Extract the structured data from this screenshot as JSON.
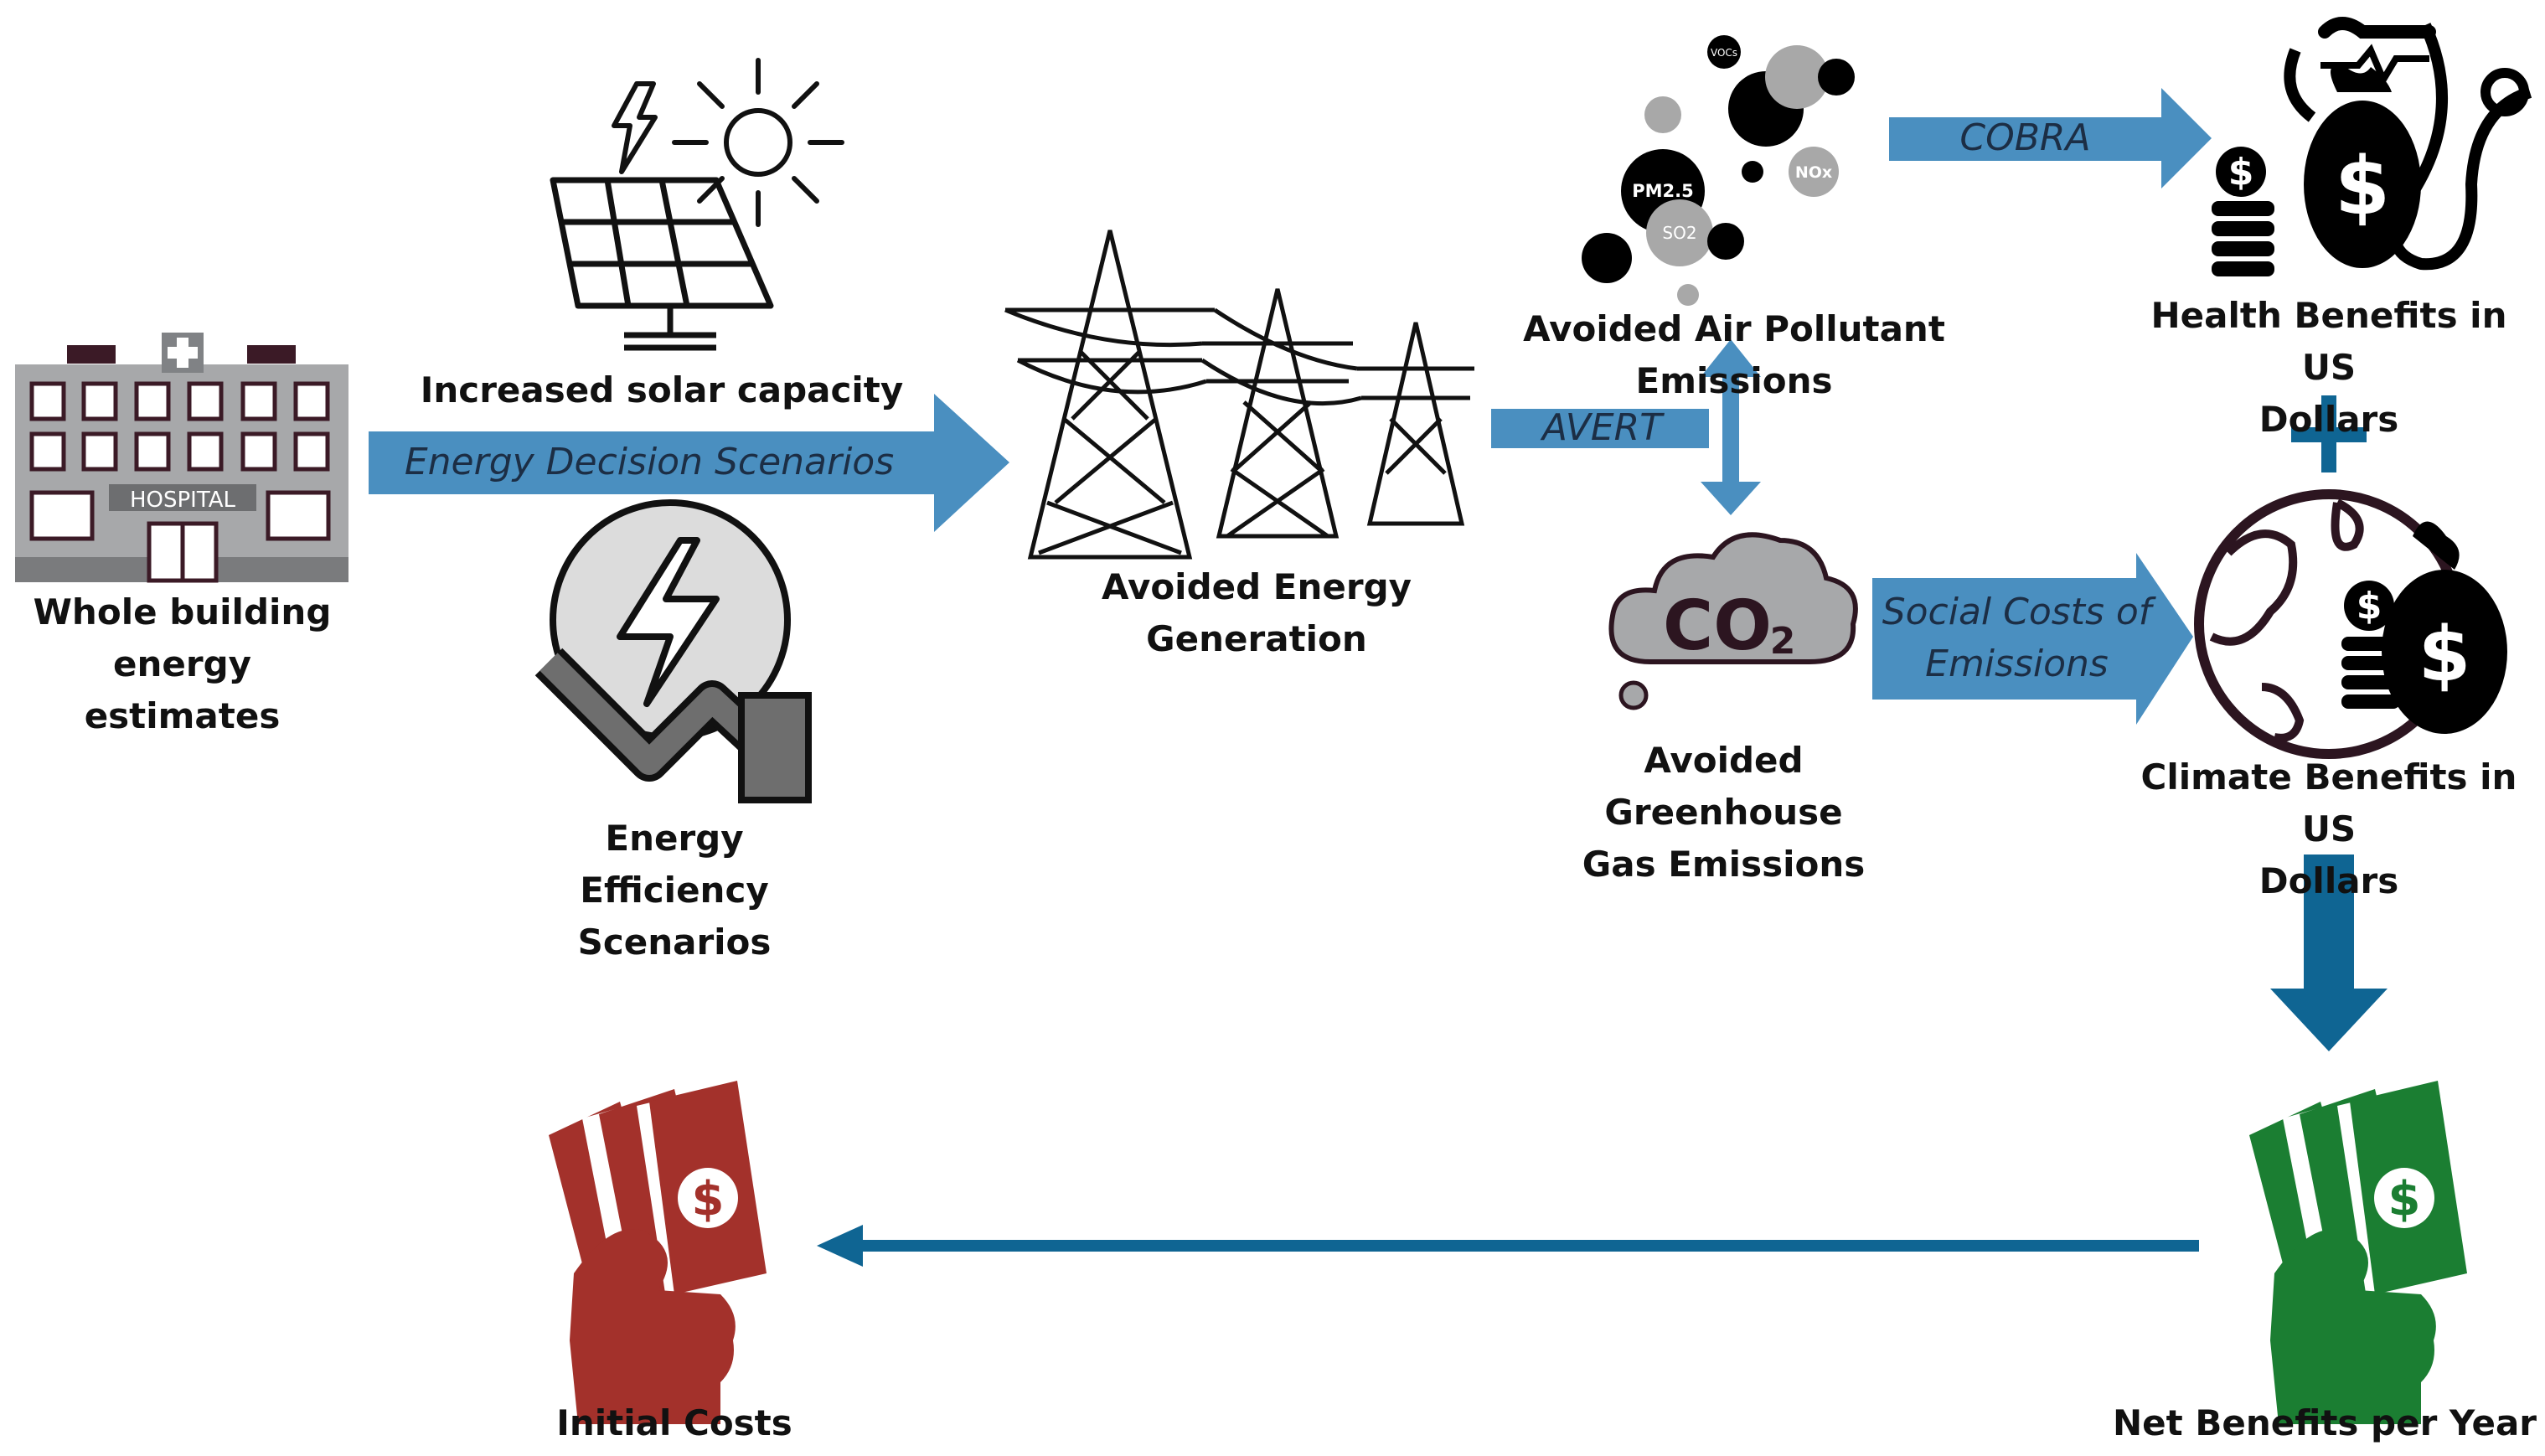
{
  "nodes": {
    "building": "Whole building\nenergy\nestimates",
    "solar": "Increased solar capacity",
    "efficiency": "Energy\nEfficiency\nScenarios",
    "generation": "Avoided Energy\nGeneration",
    "air": "Avoided Air Pollutant Emissions",
    "ghg": "Avoided\nGreenhouse\nGas Emissions",
    "health": "Health Benefits in US\nDollars",
    "climate": "Climate Benefits in US\nDollars",
    "net": "Net Benefits per Year",
    "initial": "Initial Costs"
  },
  "arrows": {
    "scenarios": "Energy Decision Scenarios",
    "avert": "AVERT",
    "cobra": "COBRA",
    "social": "Social Costs of\nEmissions"
  },
  "badges": {
    "hospital": "HOSPITAL",
    "pm25": "PM2.5",
    "so2": "SO2",
    "nox": "NOx",
    "vocs": "VOCs",
    "co2": "CO",
    "co2_sub": "2",
    "plus": "+",
    "dollar": "$"
  },
  "colors": {
    "arrow_light": "#4a8fc0",
    "arrow_dark": "#0f6593",
    "money_red": "#a3312b",
    "money_green": "#1b7e32",
    "building_gray": "#a7a8aa",
    "building_trim": "#3b1a26"
  }
}
